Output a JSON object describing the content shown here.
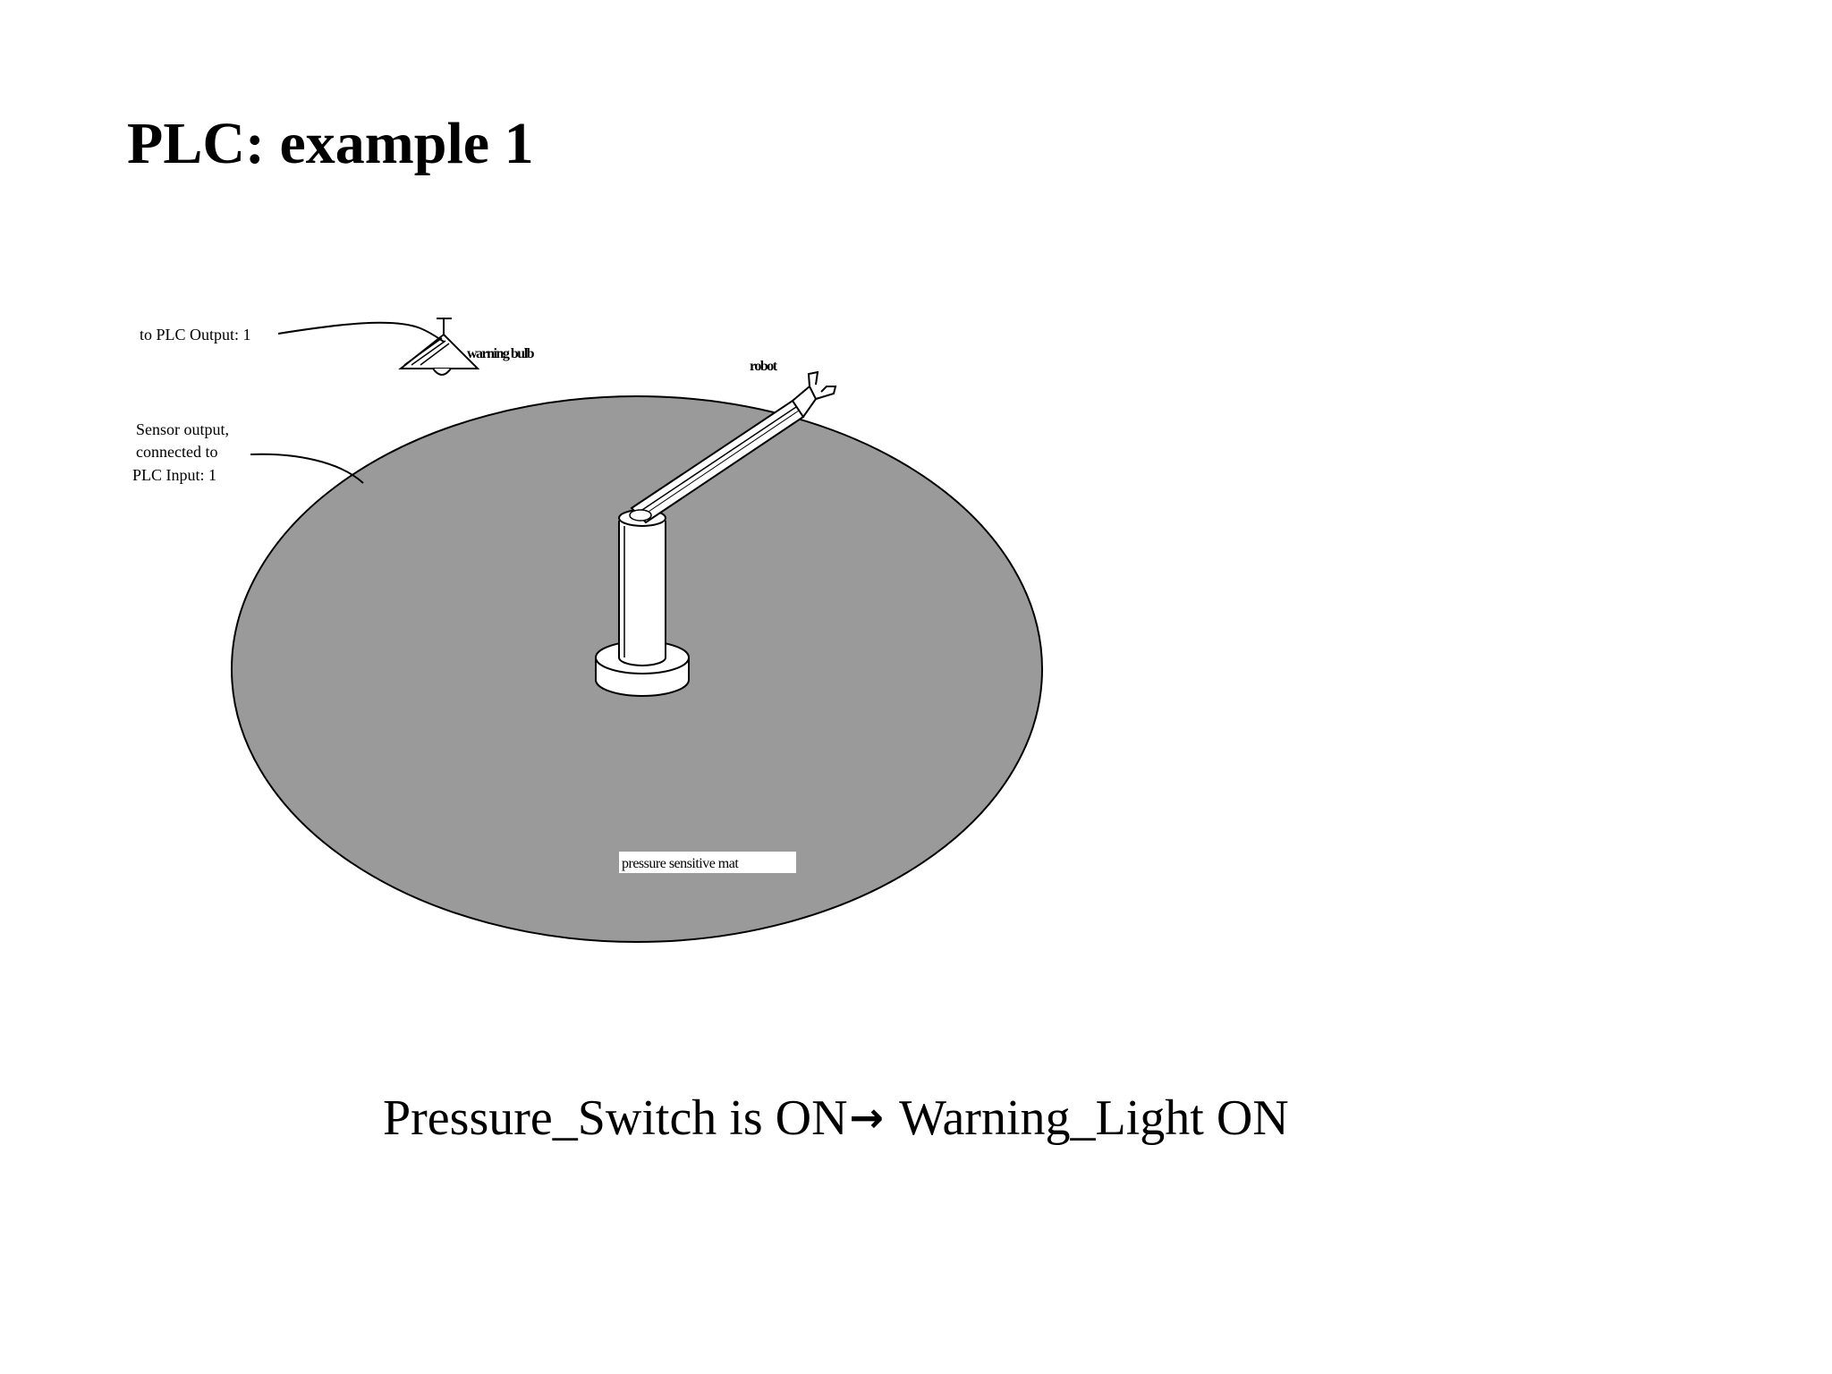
{
  "slide": {
    "title": "PLC: example 1"
  },
  "diagram": {
    "labels": {
      "plc_output": "to PLC Output: 1",
      "warning_bulb": "warning bulb",
      "robot": "robot",
      "sensor_line1": "Sensor output,",
      "sensor_line2": "connected to",
      "sensor_line3": "PLC Input: 1",
      "mat": "pressure sensitive mat"
    },
    "colors": {
      "mat_fill": "#9a9a9a",
      "outline": "#000000",
      "robot_fill": "#ffffff"
    }
  },
  "caption": {
    "condition": "Pressure_Switch is ON",
    "arrow_icon": "right-arrow-icon",
    "arrow_glyph": "→",
    "result": " Warning_Light ON"
  }
}
